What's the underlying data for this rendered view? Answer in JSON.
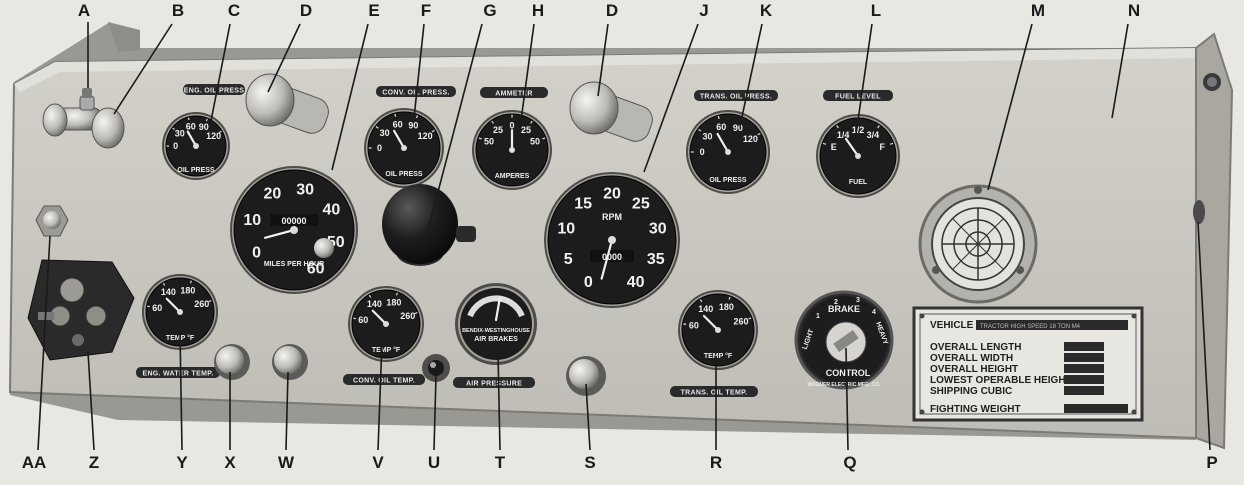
{
  "callouts": {
    "A": "A",
    "B": "B",
    "C": "C",
    "D": "D",
    "E": "E",
    "F": "F",
    "G": "G",
    "H": "H",
    "J": "J",
    "K": "K",
    "L": "L",
    "M": "M",
    "N": "N",
    "P": "P",
    "Q": "Q",
    "R": "R",
    "S": "S",
    "T": "T",
    "U": "U",
    "V": "V",
    "W": "W",
    "X": "X",
    "Y": "Y",
    "Z": "Z",
    "AA": "AA"
  },
  "panel_labels": {
    "eng_oil_press": "ENG. OIL PRESS",
    "conv_oil_press": "CONV. OIL PRESS.",
    "ammeter": "AMMETER",
    "trans_oil_press": "TRANS. OIL PRESS.",
    "fuel_level": "FUEL LEVEL",
    "eng_water_temp": "ENG. WATER TEMP.",
    "conv_oil_temp": "CONV. OIL TEMP.",
    "air_pressure": "AIR PRESSURE",
    "trans_oil_temp": "TRANS. OIL TEMP."
  },
  "gauges": {
    "eng_oil": {
      "ticks": [
        "0",
        "30",
        "60",
        "90",
        "120"
      ],
      "face": "OIL PRESS"
    },
    "conv_oil": {
      "ticks": [
        "0",
        "30",
        "60",
        "90",
        "120"
      ],
      "face": "OIL PRESS"
    },
    "ammeter": {
      "ticks": [
        "50",
        "25",
        "0",
        "25",
        "50"
      ],
      "face": "AMPERES"
    },
    "trans_oil": {
      "ticks": [
        "0",
        "30",
        "60",
        "90",
        "120"
      ],
      "face": "OIL PRESS"
    },
    "fuel": {
      "ticks": [
        "E",
        "1/4",
        "1/2",
        "3/4",
        "F"
      ],
      "face": "FUEL"
    },
    "speedometer": {
      "ticks": [
        "0",
        "10",
        "20",
        "30",
        "40",
        "50",
        "60"
      ],
      "odometer": "00000",
      "face": "MILES PER HOUR"
    },
    "tachometer": {
      "ticks": [
        "0",
        "5",
        "10",
        "15",
        "20",
        "25",
        "30",
        "35",
        "40"
      ],
      "face": "RPM",
      "odometer": "0000"
    },
    "eng_temp": {
      "ticks": [
        "60",
        "140",
        "180",
        "260"
      ],
      "face": "TEMP °F"
    },
    "conv_temp": {
      "ticks": [
        "60",
        "140",
        "180",
        "260"
      ],
      "face": "TEMP °F"
    },
    "trans_temp": {
      "ticks": [
        "60",
        "140",
        "180",
        "260"
      ],
      "face": "TEMP °F"
    },
    "air_brakes": {
      "line1": "BENDIX-WESTINGHOUSE",
      "line2": "AIR BRAKES"
    }
  },
  "brake_control": {
    "title": "BRAKE",
    "positions": [
      "1",
      "2",
      "3",
      "4"
    ],
    "left": "LIGHT",
    "right": "HEAVY",
    "bottom": "CONTROL",
    "maker": "WAGNER ELECTRIC MFG. CO."
  },
  "plate": {
    "vehicle_label": "VEHICLE",
    "vehicle_value": "TRACTOR HIGH SPEED 18 TON M4",
    "rows": [
      "OVERALL LENGTH",
      "OVERALL WIDTH",
      "OVERALL HEIGHT",
      "LOWEST OPERABLE HEIGHT",
      "SHIPPING CUBIC"
    ],
    "fighting_weight": "FIGHTING WEIGHT"
  },
  "colors": {
    "panel": "#c9c7c0",
    "panel_shadow": "#8d8b86",
    "bezel": "#d8d6d0",
    "face": "#1c1c1c",
    "ink": "#1a1a1a"
  }
}
